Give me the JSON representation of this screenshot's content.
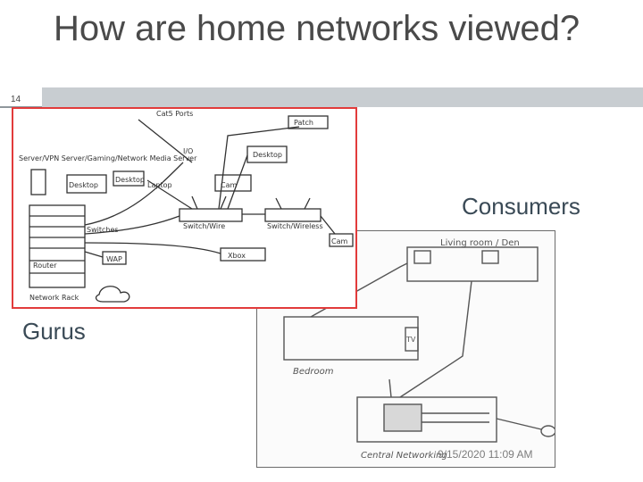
{
  "slide": {
    "number": "14",
    "title": "How are home networks viewed?",
    "label_consumers": "Consumers",
    "label_gurus": "Gurus",
    "footer_date": "9/15/2020 11:09 AM"
  },
  "guru_sketch": {
    "labels": {
      "server": "Server/VPN Server/Gaming/Network Media Server",
      "desktop1": "Desktop",
      "desktop2": "Desktop",
      "cat_ports": "Cat5 Ports",
      "desktop_top": "Desktop",
      "laptop": "Laptop",
      "switches": "Switches",
      "wap": "WAP",
      "router": "Router",
      "switch_wire": "Switch/Wire",
      "switch_wireless": "Switch/Wireless",
      "xbox": "Xbox",
      "network_rack": "Network Rack",
      "cam1": "Cam",
      "cam2": "Cam",
      "io": "I/O",
      "patch": "Patch"
    }
  },
  "consumer_sketch": {
    "labels": {
      "living_room": "Living room / Den",
      "bedroom": "Bedroom",
      "central": "Central Networking",
      "tv": "TV"
    }
  }
}
